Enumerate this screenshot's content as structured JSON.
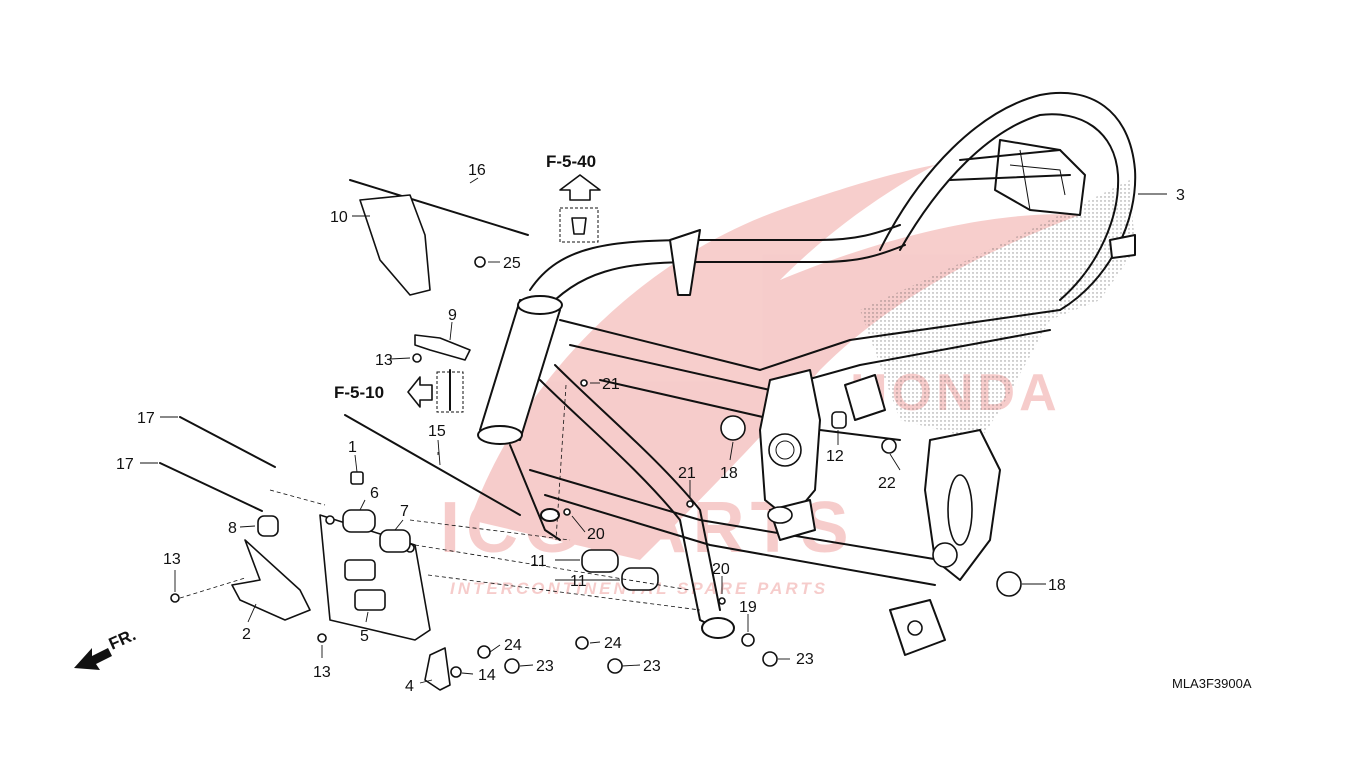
{
  "diagram": {
    "drawing_code": "MLA3F3900A",
    "refs": {
      "top": "F-5-40",
      "left": "F-5-10"
    },
    "front_label": "FR.",
    "watermark": {
      "brand": "HONDA",
      "main": "ICGPARTS",
      "sub": "INTERCONTINENTAL SPARE PARTS"
    },
    "labels": {
      "l1": "1",
      "l2": "2",
      "l3": "3",
      "l4": "4",
      "l5": "5",
      "l6": "6",
      "l7": "7",
      "l8": "8",
      "l9": "9",
      "l10": "10",
      "l11a": "11",
      "l11b": "11",
      "l12": "12",
      "l13a": "13",
      "l13b": "13",
      "l13c": "13",
      "l14": "14",
      "l15": "15",
      "l16": "16",
      "l17a": "17",
      "l17b": "17",
      "l18a": "18",
      "l18b": "18",
      "l19": "19",
      "l20a": "20",
      "l20b": "20",
      "l21a": "21",
      "l21b": "21",
      "l22": "22",
      "l23a": "23",
      "l23b": "23",
      "l23c": "23",
      "l24a": "24",
      "l24b": "24",
      "l25": "25"
    },
    "colors": {
      "line": "#111111",
      "watermark": "#d91e18",
      "background": "#ffffff"
    }
  }
}
